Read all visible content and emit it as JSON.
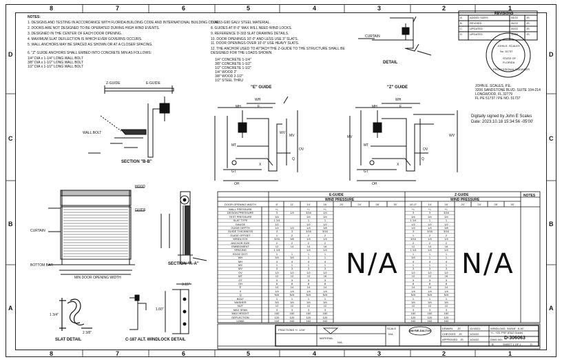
{
  "zones": {
    "top": [
      "8",
      "7",
      "6",
      "5",
      "4",
      "3",
      "2",
      "1"
    ],
    "side": [
      "D",
      "C",
      "B",
      "A"
    ]
  },
  "notes": {
    "heading": "NOTES:",
    "items_left": [
      "1. DESIGNS AND TESTING IN ACCORDANCE WITH FLORIDA BUILDING CODE AND INTERNATIONAL BUILDING CODE.",
      "2. DOORS ARE NOT DESIGNED TO BE OPERATED DURING HIGH WIND EVENTS.",
      "3. DESIGNED IN THE CENTER OF EACH DOOR OPENING.",
      "4. MAXIMUM SLAT DEFLECTION IS WHICH EVER GOVERNS OCCURS.",
      "5. WALL ANCHORS MAY BE SPACED AS SHOWN OR AT A CLOSER SPACING.",
      "6. \"Z\" GUIDE ANCHORS SHALL EMBED INTO CONCRETE MIN AS FOLLOWS:",
      "   1/4\" DIA x 1-1/4\" LONG WALL BOLT",
      "   3/8\" DIA x 1-1/2\" LONG WALL BOLT",
      "   1/2\" DIA x 1-1/2\" LONG WALL BOLT"
    ],
    "items_right": [
      "7. A653-G90 GALV STEEL MATERIAL.",
      "8. GUIDES AT 8'-0\" MAX WILL NEED WIND LOCKS.",
      "9. REFERENCE D-303 SLAT DRAWING DETAILS.",
      "10. DOOR OPENINGS 10'-0\" AND LESS USE 3\" SLATS.",
      "11. DOOR OPENINGS OVER 10'-0\" USE HEAVY SLATS.",
      "12. THE ANCHOR USED TO ATTACH THE Z-GUIDE TO THE STRUCTURE SHALL BE",
      "DESIGNED FOR THE LOADS SHOWN."
    ],
    "schedule_rows": [
      "1/4\"   CONCRETE    1-1/4\"",
      "3/8\"   CONCRETE    1-1/2\"",
      "1/2\"   CONCRETE    1-1/2\"",
      "1/4\"   WOOD        2\"",
      "3/8\"   WOOD        2-1/2\"",
      "1/2\"   STEEL       THRU"
    ]
  },
  "details": {
    "e_guide_title": "\"E\" GUIDE",
    "z_guide_title": "\"Z\" GUIDE",
    "section_bb": "SECTION \"B-B\"",
    "section_aa": "SECTION \"A-A\"",
    "slat_detail": "SLAT DETAIL",
    "windlock_detail": "C-187 ALT. WINDLOCK DETAIL",
    "detail_top_right": "DETAIL",
    "labels": {
      "wh": "WH",
      "mh": "MH",
      "e": "E",
      "wv": "WV",
      "mv": "MV",
      "ov": "OV",
      "mt": "MT",
      "gt": "GT",
      "oh": "OH",
      "x": "X",
      "q": "Q",
      "guide": "GUIDE",
      "hood": "HOOD",
      "curtain": "CURTAIN",
      "bottom_bar": "BOTTOM BAR",
      "z_guide": "Z-GUIDE",
      "e_guide": "E-GUIDE",
      "wall_bolt": "WALL BOLT",
      "opening_width": "MIN DOOR OPENING WIDTH",
      "dim_a": "1 3/4\"",
      "dim_b": "2 3/8\"",
      "dim_c": "3.15\"",
      "dim_d": "1.60\""
    }
  },
  "seal": {
    "line1": "JOHN E. SCALES",
    "line2": "No. 51737",
    "line3": "STATE OF",
    "line4": "FLORIDA",
    "line5": "PROFESSIONAL ENGINEER",
    "engineer": "JOHN E. SCALES, P.E.",
    "address1": "3206 SANDSTONE BLVD. SUITE 104-214",
    "address2": "LONGWOOD, FL 32779",
    "license": "FL PE 51737 / PE NO. 51737",
    "digital_sig_1": "Digitally signed by John E Scales",
    "digital_sig_2": "Date: 2023.10.18 15:34:56 -05'00'"
  },
  "revisions": {
    "title": "REVISIONS",
    "rows": [
      [
        "A",
        "ADDED SIZES",
        "04/22",
        "JS"
      ],
      [
        "B",
        "REVISED",
        "06/22",
        "JS"
      ],
      [
        "C",
        "UPDATED",
        "09/22",
        "JS"
      ],
      [
        "D",
        "UPDATED",
        "10/23",
        "JS"
      ]
    ]
  },
  "table": {
    "e_guide_header": "E-GUIDE",
    "z_guide_header": "Z-GUIDE",
    "wind_pressure": "WIND PRESSURE",
    "notes_header": "NOTES",
    "row_label_header": "DOOR OPENING WIDTH",
    "e_cols": [
      "8'",
      "11'",
      "14'",
      "16'",
      "20'",
      "24'",
      "28'",
      "30'"
    ],
    "z_cols": [
      "10'-0\"",
      "14'",
      "16'",
      "20'",
      "24'",
      "28'",
      "30'"
    ],
    "na": "N/A",
    "row_labels": [
      "WALL PRESSURE",
      "DESIGN PRESSURE",
      "TEST PRESSURE",
      "SLAT TYPE",
      "GAUGE",
      "GUIDE DEPTH",
      "GUIDE THICKNESS",
      "GUIDE OFFSET",
      "WINDLOCK",
      "ANCHOR SIZE",
      "EMBEDMENT",
      "SPACING",
      "EDGE DIST.",
      "WH",
      "MH",
      "WV",
      "MV",
      "OV",
      "MT",
      "GT",
      "OH",
      "E",
      "X",
      "Q",
      "BOLT",
      "WASHER",
      "NUT",
      "MAX SPAN",
      "MAX HEIGHT",
      "DEFLECTION",
      "LOAD"
    ],
    "e_values": [
      [
        "+/-",
        "",
        "+/-",
        "+/-"
      ],
      [
        "3",
        "1/4",
        "3/16",
        "1/4"
      ],
      [
        "3/4",
        "",
        "3/4",
        "3/4"
      ],
      [
        "1 1/4",
        "",
        "1",
        "1"
      ],
      [
        "1/2",
        "",
        "1/2",
        "1/2"
      ],
      [
        "1/4",
        "1/4",
        "1/4",
        "3/8"
      ],
      [
        "3",
        "3",
        "3/16",
        "3/16"
      ],
      [
        "1",
        "2",
        "2",
        "2"
      ],
      [
        "3/16",
        "3/8",
        "1/4",
        "1/4"
      ],
      [
        "2",
        "2",
        "2",
        "2"
      ],
      [
        "12",
        "14",
        "14",
        "16"
      ],
      [
        "1 1/4",
        "",
        "1/4",
        "1/4"
      ],
      [
        "1",
        "1",
        "1",
        "1"
      ],
      [
        "3/4",
        "3/4",
        "1",
        "1"
      ],
      [
        "4",
        "4",
        "4",
        "4"
      ],
      [
        "1",
        "1",
        "1",
        "1"
      ],
      [
        "3",
        "3",
        "3",
        "3"
      ],
      [
        "1/2",
        "1/2",
        "1/2",
        "1/2"
      ],
      [
        "12",
        "12",
        "12",
        "16"
      ],
      [
        "3",
        "3",
        "3",
        "3"
      ],
      [
        "8",
        "8",
        "8",
        "8"
      ],
      [
        "14",
        "14",
        "14",
        "14"
      ],
      [
        "1/4",
        "1/4",
        "1/4",
        "1/4"
      ],
      [
        "N/A",
        "N/A",
        "N/A",
        "N/A"
      ],
      [
        "1",
        "1",
        "1",
        "1"
      ],
      [
        "3/4",
        "3/4",
        "3/4",
        "3/4"
      ],
      [
        "12",
        "12",
        "12",
        "12"
      ],
      [
        "3",
        "3",
        "3",
        "3"
      ],
      [
        "160",
        "160",
        "160",
        "160"
      ],
      [
        "120",
        "120",
        "120",
        "120"
      ],
      [
        "102",
        "102",
        "102",
        "102"
      ]
    ],
    "z_values": [
      [
        "+/-",
        "+/-",
        "+/-"
      ],
      [
        "3",
        "3",
        "3/16"
      ],
      [
        "3/4",
        "3/4",
        "3/4"
      ],
      [
        "1 1/4",
        "1",
        "1"
      ],
      [
        "1/2",
        "1/2",
        "1/2"
      ],
      [
        "1/4",
        "1/4",
        "3/8"
      ],
      [
        "3",
        "3/16",
        "3/16"
      ],
      [
        "1",
        "2",
        "2"
      ],
      [
        "3/16",
        "1/4",
        "1/4"
      ],
      [
        "2",
        "2",
        "2"
      ],
      [
        "12",
        "14",
        "16"
      ],
      [
        "1 1/4",
        "1/4",
        "1/4"
      ],
      [
        "1",
        "1",
        "1"
      ],
      [
        "3/4",
        "1",
        "1"
      ],
      [
        "4",
        "4",
        "4"
      ],
      [
        "1",
        "1",
        "1"
      ],
      [
        "3",
        "3",
        "3"
      ],
      [
        "1/2",
        "1/2",
        "1/2"
      ],
      [
        "12",
        "12",
        "16"
      ],
      [
        "3",
        "3",
        "3"
      ],
      [
        "8",
        "8",
        "8"
      ],
      [
        "14",
        "14",
        "14"
      ],
      [
        "1/4",
        "1/4",
        "1/4"
      ],
      [
        "N/A",
        "N/A",
        "N/A"
      ],
      [
        "1",
        "1",
        "1"
      ],
      [
        "3/4",
        "3/4",
        "3/4"
      ],
      [
        "12",
        "12",
        "12"
      ],
      [
        "3",
        "3",
        "3"
      ],
      [
        "160",
        "160",
        "160"
      ],
      [
        "120",
        "120",
        "120"
      ],
      [
        "102",
        "102",
        "102"
      ]
    ]
  },
  "title_block": {
    "company": "WAYNE-DALTON",
    "tolerance": "FRACTIONS +/- 1/16\"",
    "material": "MATERIAL",
    "finish": "N/A",
    "scale_label": "SCALE",
    "scale": "N/A",
    "drawn_label": "DRAWN",
    "drawn_by": "JS",
    "drawn_date": "11/18/21",
    "checked_label": "CHECKED",
    "checked_by": "JS",
    "checked_date": "1/24/22",
    "approved_label": "APPROVED",
    "approved_by": "JS",
    "approved_date": "1/24/22",
    "title1": "WINDLOAD, 3/4/6/8\", 8-16\",",
    "title2": "+/-, +20, PSF (E&Z Guide)",
    "dwg_label": "DWG NO.",
    "dwg_no": "D-306063",
    "size": "B",
    "sheet": "SHEET 1 OF 1",
    "rev": "D"
  }
}
